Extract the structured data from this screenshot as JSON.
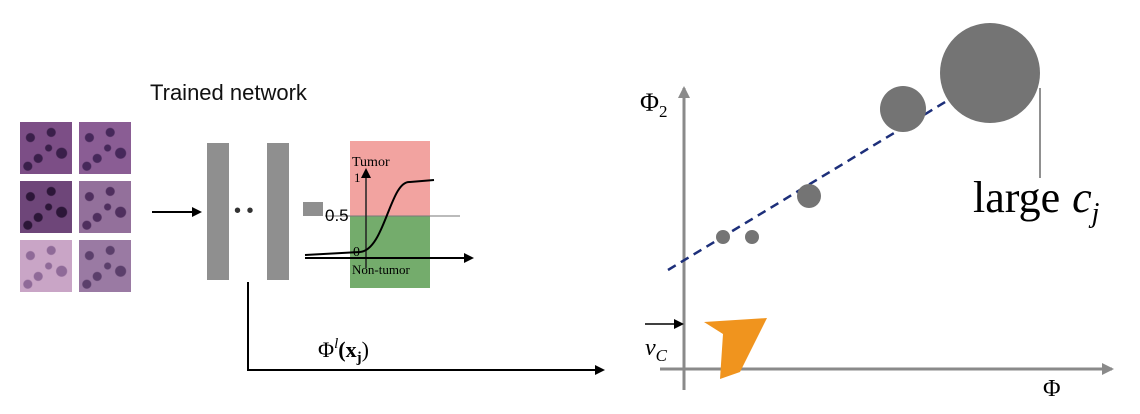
{
  "network": {
    "title": "Trained network",
    "ellipsis": "• •",
    "classifier": {
      "top_label": "Tumor",
      "bottom_label": "Non-tumor",
      "tick_one": "1",
      "tick_half": "0.5",
      "tick_zero": "0",
      "top_color": "#f2a3a0",
      "bottom_color": "#74ac6c"
    },
    "feature_label_base": "Φ",
    "feature_label_sup": "l",
    "feature_label_arg": "(x",
    "feature_label_sub": "j",
    "feature_label_close": ")"
  },
  "space": {
    "y_axis_base": "Φ",
    "y_axis_sub": "2",
    "x_axis_label": "Φ",
    "vector_label": "v",
    "vector_sub": "C",
    "annotation": "large",
    "annotation_var": "c",
    "annotation_sub": "j",
    "concept_color": "#f0941e",
    "line_color": "#1d2f7a"
  },
  "tiles": [
    {
      "name": "histology-tile-1",
      "bg": "#7c4e86",
      "dot": "#3a1f4a"
    },
    {
      "name": "histology-tile-2",
      "bg": "#8a5d94",
      "dot": "#46285a"
    },
    {
      "name": "histology-tile-3",
      "bg": "#6e4679",
      "dot": "#2c1638"
    },
    {
      "name": "histology-tile-4",
      "bg": "#93709b",
      "dot": "#4f2f5e"
    },
    {
      "name": "histology-tile-5",
      "bg": "#c9a5c6",
      "dot": "#8f6a98"
    },
    {
      "name": "histology-tile-6",
      "bg": "#9a7aa3",
      "dot": "#5b3f6b"
    }
  ]
}
